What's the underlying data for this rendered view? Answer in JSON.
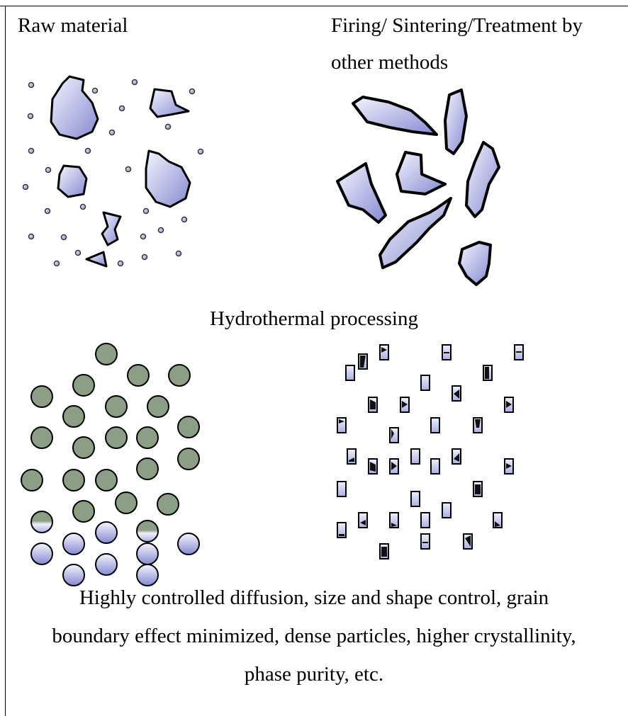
{
  "labels": {
    "raw_material": "Raw material",
    "firing_line1": "Firing/ Sintering/Treatment by",
    "firing_line2": "other methods",
    "hydrothermal": "Hydrothermal processing"
  },
  "caption": {
    "line1": "Highly controlled diffusion, size and shape control, grain",
    "line2": "boundary effect minimized, dense particles, higher crystallinity,",
    "line3": "phase purity, etc."
  },
  "colors": {
    "particle_blue_light": "#eef0fb",
    "particle_blue_dark": "#8c93d6",
    "sphere_green": "#8c9e86",
    "outline": "#000000"
  }
}
